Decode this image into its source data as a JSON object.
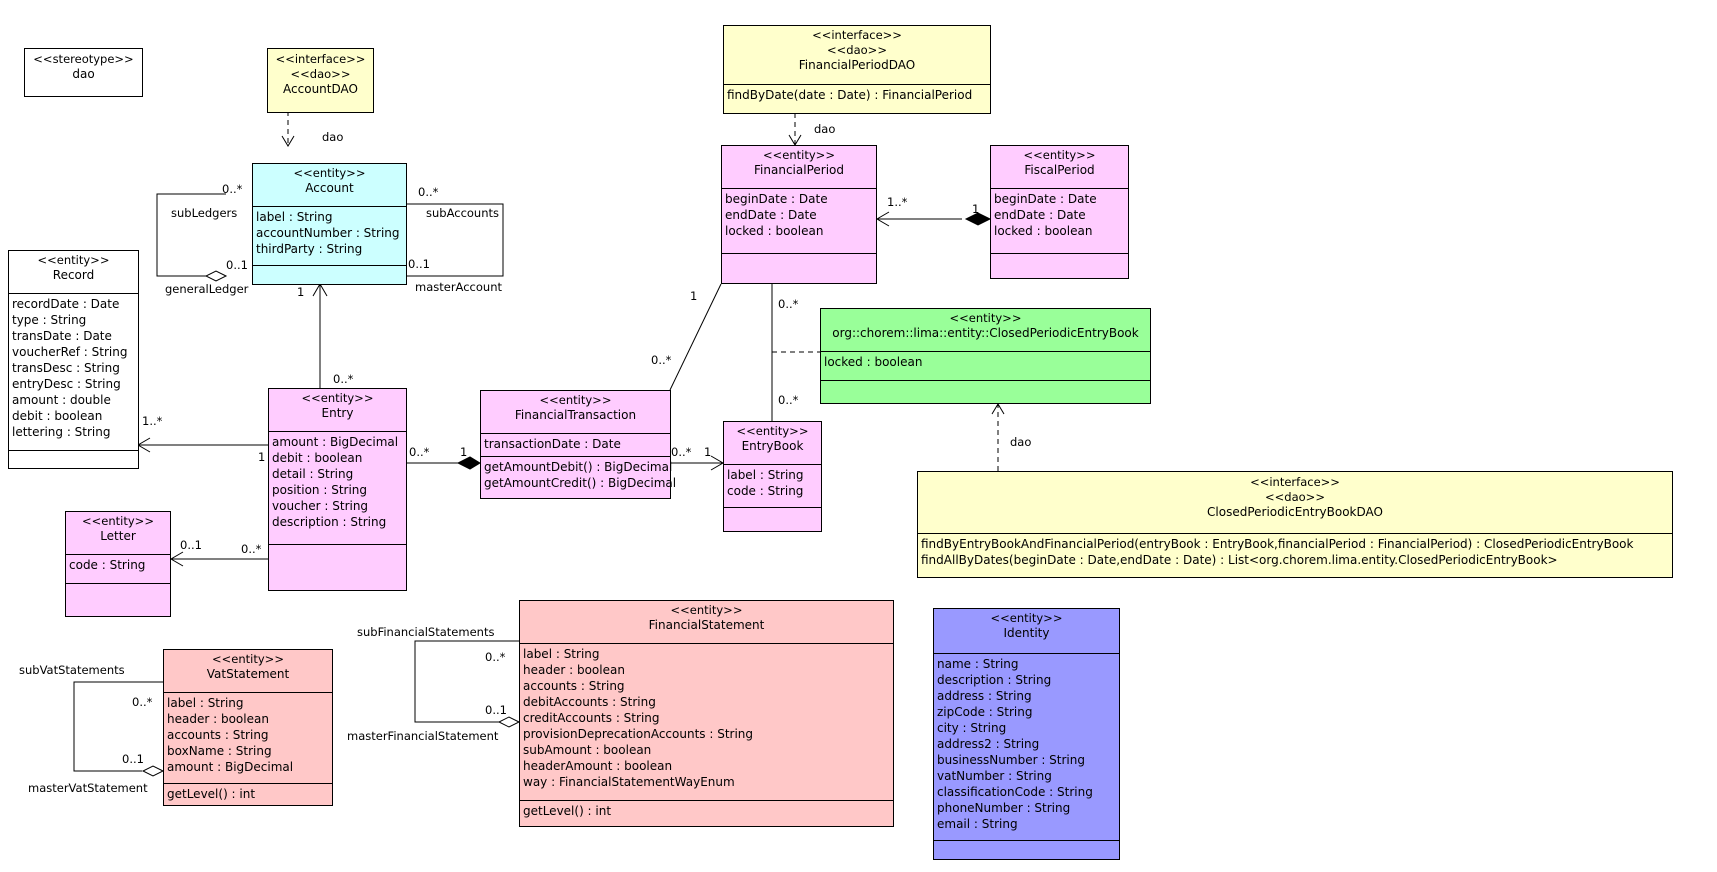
{
  "legend": {
    "stereotype": "<<stereotype>>",
    "name": "dao"
  },
  "classes": {
    "account_dao": {
      "stereotypes": [
        "<<interface>>",
        "<<dao>>"
      ],
      "name": "AccountDAO"
    },
    "account": {
      "stereotype": "<<entity>>",
      "name": "Account",
      "attributes": [
        "label : String",
        "accountNumber : String",
        "thirdParty : String"
      ]
    },
    "record": {
      "stereotype": "<<entity>>",
      "name": "Record",
      "attributes": [
        "recordDate : Date",
        "type : String",
        "transDate : Date",
        "voucherRef : String",
        "transDesc : String",
        "entryDesc : String",
        "amount : double",
        "debit : boolean",
        "lettering : String"
      ]
    },
    "entry": {
      "stereotype": "<<entity>>",
      "name": "Entry",
      "attributes": [
        "amount : BigDecimal",
        "debit : boolean",
        "detail : String",
        "position : String",
        "voucher : String",
        "description : String"
      ]
    },
    "letter": {
      "stereotype": "<<entity>>",
      "name": "Letter",
      "attributes": [
        "code : String"
      ]
    },
    "financial_transaction": {
      "stereotype": "<<entity>>",
      "name": "FinancialTransaction",
      "attributes": [
        "transactionDate : Date"
      ],
      "operations": [
        "getAmountDebit() : BigDecimal",
        "getAmountCredit() : BigDecimal"
      ]
    },
    "entry_book": {
      "stereotype": "<<entity>>",
      "name": "EntryBook",
      "attributes": [
        "label : String",
        "code : String"
      ]
    },
    "financial_period_dao": {
      "stereotypes": [
        "<<interface>>",
        "<<dao>>"
      ],
      "name": "FinancialPeriodDAO",
      "operations": [
        "findByDate(date : Date) : FinancialPeriod"
      ]
    },
    "financial_period": {
      "stereotype": "<<entity>>",
      "name": "FinancialPeriod",
      "attributes": [
        "beginDate : Date",
        "endDate : Date",
        "locked : boolean"
      ]
    },
    "fiscal_period": {
      "stereotype": "<<entity>>",
      "name": "FiscalPeriod",
      "attributes": [
        "beginDate : Date",
        "endDate : Date",
        "locked : boolean"
      ]
    },
    "closed_book": {
      "stereotype": "<<entity>>",
      "name": "org::chorem::lima::entity::ClosedPeriodicEntryBook",
      "attributes": [
        "locked : boolean"
      ]
    },
    "closed_book_dao": {
      "stereotypes": [
        "<<interface>>",
        "<<dao>>"
      ],
      "name": "ClosedPeriodicEntryBookDAO",
      "operations": [
        "findByEntryBookAndFinancialPeriod(entryBook : EntryBook,financialPeriod : FinancialPeriod) : ClosedPeriodicEntryBook",
        "findAllByDates(beginDate : Date,endDate : Date) : List<org.chorem.lima.entity.ClosedPeriodicEntryBook>"
      ]
    },
    "vat_statement": {
      "stereotype": "<<entity>>",
      "name": "VatStatement",
      "attributes": [
        "label : String",
        "header : boolean",
        "accounts : String",
        "boxName : String",
        "amount : BigDecimal"
      ],
      "operations": [
        "getLevel() : int"
      ]
    },
    "financial_statement": {
      "stereotype": "<<entity>>",
      "name": "FinancialStatement",
      "attributes": [
        "label : String",
        "header : boolean",
        "accounts : String",
        "debitAccounts : String",
        "creditAccounts : String",
        "provisionDeprecationAccounts : String",
        "subAmount : boolean",
        "headerAmount : boolean",
        "way : FinancialStatementWayEnum"
      ],
      "operations": [
        "getLevel() : int"
      ]
    },
    "identity": {
      "stereotype": "<<entity>>",
      "name": "Identity",
      "attributes": [
        "name : String",
        "description : String",
        "address : String",
        "zipCode : String",
        "city : String",
        "address2 : String",
        "businessNumber : String",
        "vatNumber : String",
        "classificationCode : String",
        "phoneNumber : String",
        "email : String"
      ]
    }
  },
  "labels": {
    "dao_account": "dao",
    "dao_period": "dao",
    "dao_closed": "dao",
    "acc_sub_ledgers": "subLedgers",
    "acc_general_ledger": "generalLedger",
    "acc_sub_accounts": "subAccounts",
    "acc_master_account": "masterAccount",
    "acc_m_0n_left": "0..*",
    "acc_m_01_left": "0..1",
    "acc_m_0n_right": "0..*",
    "acc_m_01_right": "0..1",
    "acc_entry_1": "1",
    "acc_entry_0n": "0..*",
    "rec_1n": "1..*",
    "rec_1": "1",
    "let_01": "0..1",
    "let_0n": "0..*",
    "ft_0n": "0..*",
    "ft_1": "1",
    "eb_0n": "0..*",
    "eb_1": "1",
    "fp_ft_1": "1",
    "fp_ft_0n": "0..*",
    "fp_eb_0n_top": "0..*",
    "fp_eb_0n_bottom": "0..*",
    "fisc_1n": "1..*",
    "fisc_1": "1",
    "vat_sub": "subVatStatements",
    "vat_master": "masterVatStatement",
    "vat_0n": "0..*",
    "vat_01": "0..1",
    "fs_sub": "subFinancialStatements",
    "fs_master": "masterFinancialStatement",
    "fs_0n": "0..*",
    "fs_01": "0..1"
  },
  "colors": {
    "interface": "#ffffcc",
    "account": "#ccffff",
    "entity": "#ffccff",
    "statement": "#ffc8c8",
    "closed_book": "#99ff99",
    "identity": "#9999ff"
  }
}
